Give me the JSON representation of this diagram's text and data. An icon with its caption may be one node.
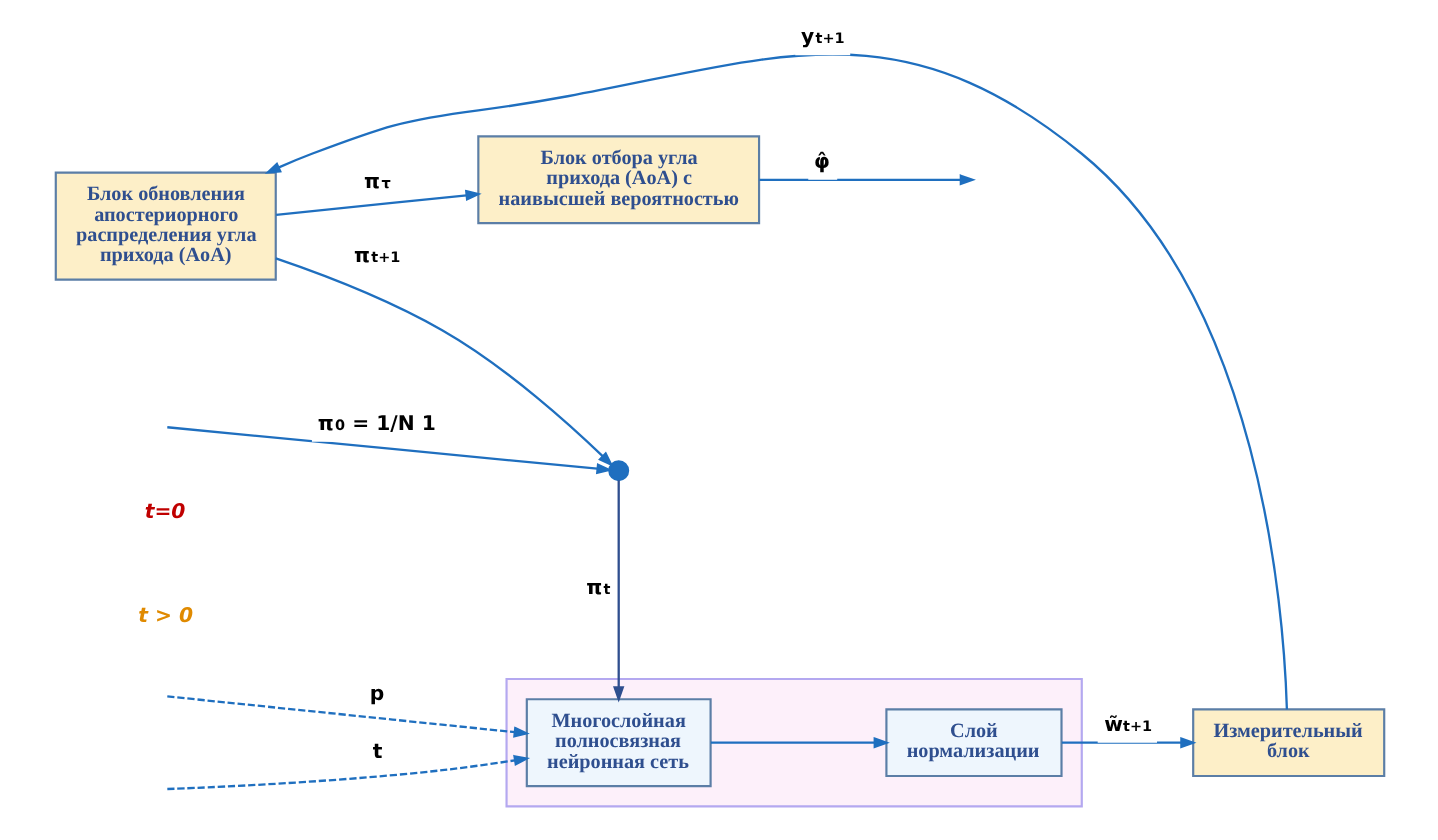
{
  "diagram": {
    "nodes": [
      {
        "text": [],
        "shape": "box"
      },
      {
        "text": [
          "Многослойная полносвязная нейронная сеть"
        ],
        "in": 0
      },
      {
        "text": [
          "Слой нормализации"
        ],
        "in": 0
      },
      {
        "text": [
          "Измерительный блок"
        ]
      },
      {
        "text": [
          "Блок обновления апостериорного распределения угла прихода (AoA)"
        ]
      },
      {
        "text": [
          "Блок отбора угла прихода (AoA) с наивысшей вероятностью"
        ]
      },
      {
        "text": [],
        "shape": "point"
      }
    ],
    "edges": [
      {
        "from": null,
        "to": 6,
        "arrow": "to",
        "label": "π$_{0}$ = 1/N 1"
      },
      {
        "from": 6,
        "to": 1,
        "arrow": "to",
        "label": "π$_{t}$",
        "color": "#2f4f8f"
      },
      {
        "from": null,
        "to": 1,
        "arrow": "to",
        "label": "p",
        "style": "dashed"
      },
      {
        "from": null,
        "to": 1,
        "arrow": "to",
        "label": "t",
        "style": "dashed"
      },
      {
        "from": 1,
        "to": 2,
        "arrow": "to"
      },
      {
        "from": 2,
        "to": 3,
        "arrow": "to",
        "label": "w̃$_{t+1}$"
      },
      {
        "from": 3,
        "to": 4,
        "arrow": "to",
        "label": "y$_{t+1}$"
      },
      {
        "from": 4,
        "to": 6,
        "arrow": "to",
        "label": "π$_{t+1}$"
      },
      {
        "from": 4,
        "to": 5,
        "arrow": "to",
        "label": "π$_{τ}$"
      },
      {
        "from": 5,
        "to": null,
        "arrow": "to",
        "label": "φ̂"
      }
    ],
    "labels": [
      "t=0",
      "t > 0"
    ]
  }
}
